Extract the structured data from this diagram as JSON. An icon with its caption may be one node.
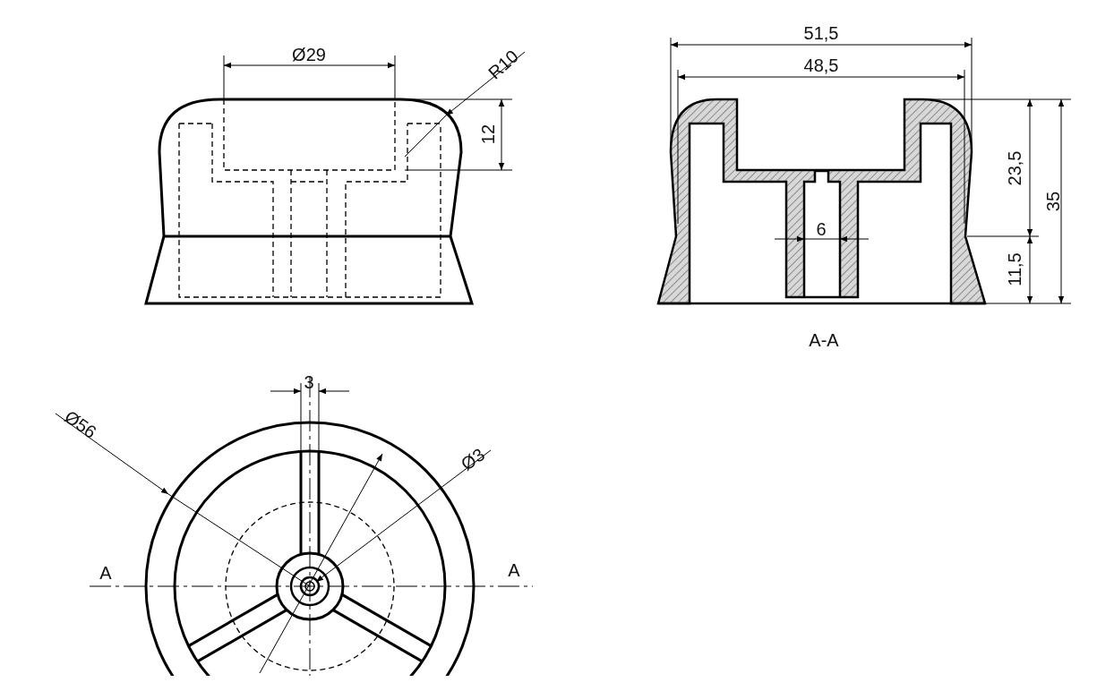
{
  "diagram": {
    "labels": [
      "Ø29",
      "R10",
      "12",
      "51,5",
      "48,5",
      "23,5",
      "35",
      "11,5",
      "6",
      "A-A",
      "3",
      "Ø56",
      "Ø3",
      "A",
      "A"
    ]
  }
}
